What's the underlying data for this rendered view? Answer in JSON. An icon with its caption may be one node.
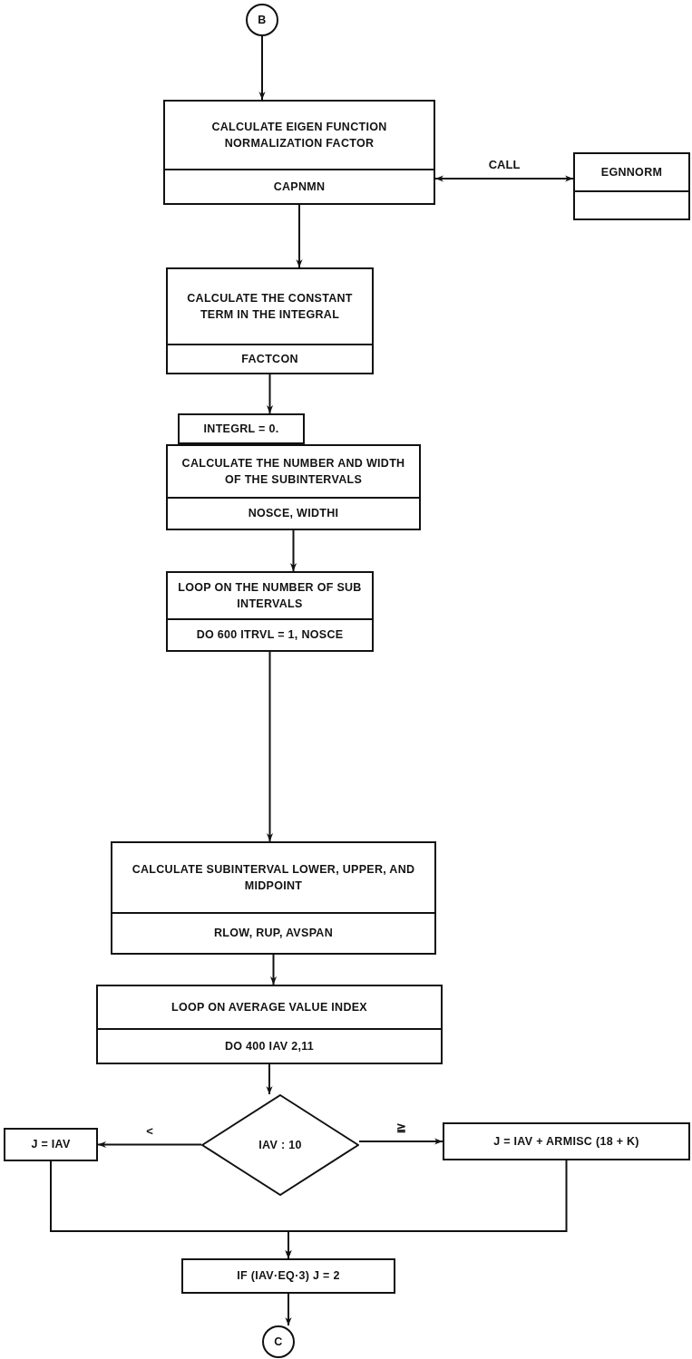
{
  "diagram": {
    "nodes": [
      {
        "text": [
          "B"
        ]
      },
      {
        "text": [
          "CALCULATE EIGEN FUNCTION NORMALIZATION FACTOR",
          "CAPNMN"
        ]
      },
      {
        "text": [
          "EGNNORM"
        ]
      },
      {
        "text": [
          "CALCULATE THE CONSTANT TERM IN THE INTEGRAL",
          "FACTCON"
        ]
      },
      {
        "text": [
          "INTEGRL = 0."
        ]
      },
      {
        "text": [
          "CALCULATE THE NUMBER AND WIDTH OF THE SUBINTERVALS",
          "NOSCE, WIDTHI"
        ]
      },
      {
        "text": [
          "LOOP ON THE NUMBER OF SUB INTERVALS",
          "DO 600 ITRVL = 1, NOSCE"
        ]
      },
      {
        "text": [
          "CALCULATE SUBINTERVAL LOWER, UPPER, AND MIDPOINT",
          "RLOW, RUP, AVSPAN"
        ]
      },
      {
        "text": [
          "LOOP ON AVERAGE VALUE INDEX",
          "DO 400 IAV 2,11"
        ]
      },
      {
        "text": [
          "IAV : 10"
        ]
      },
      {
        "text": [
          "J = IAV"
        ]
      },
      {
        "text": [
          "J = IAV + ARMISC (18 + K)"
        ]
      },
      {
        "text": [
          "IF (IAV·EQ·3) J = 2"
        ]
      },
      {
        "text": [
          "C"
        ]
      }
    ],
    "edges": [
      {
        "from": 0,
        "to": 1,
        "arrow": "to"
      },
      {
        "from": 1,
        "to": 2,
        "arrow": "both",
        "label": "CALL"
      },
      {
        "from": 1,
        "to": 3,
        "arrow": "to"
      },
      {
        "from": 3,
        "to": 4,
        "arrow": "to"
      },
      {
        "from": 5,
        "to": 6,
        "arrow": "to"
      },
      {
        "from": 6,
        "to": 7,
        "arrow": "to"
      },
      {
        "from": 7,
        "to": 8,
        "arrow": "to"
      },
      {
        "from": 8,
        "to": 9,
        "arrow": "to"
      },
      {
        "from": 9,
        "to": 10,
        "arrow": "to",
        "label": "<"
      },
      {
        "from": 9,
        "to": 11,
        "arrow": "to",
        "label": "≧"
      },
      {
        "from": 10,
        "to": 12,
        "arrow": "to"
      },
      {
        "from": 11,
        "to": 12,
        "arrow": "to"
      },
      {
        "from": 12,
        "to": 13,
        "arrow": "to"
      }
    ]
  }
}
